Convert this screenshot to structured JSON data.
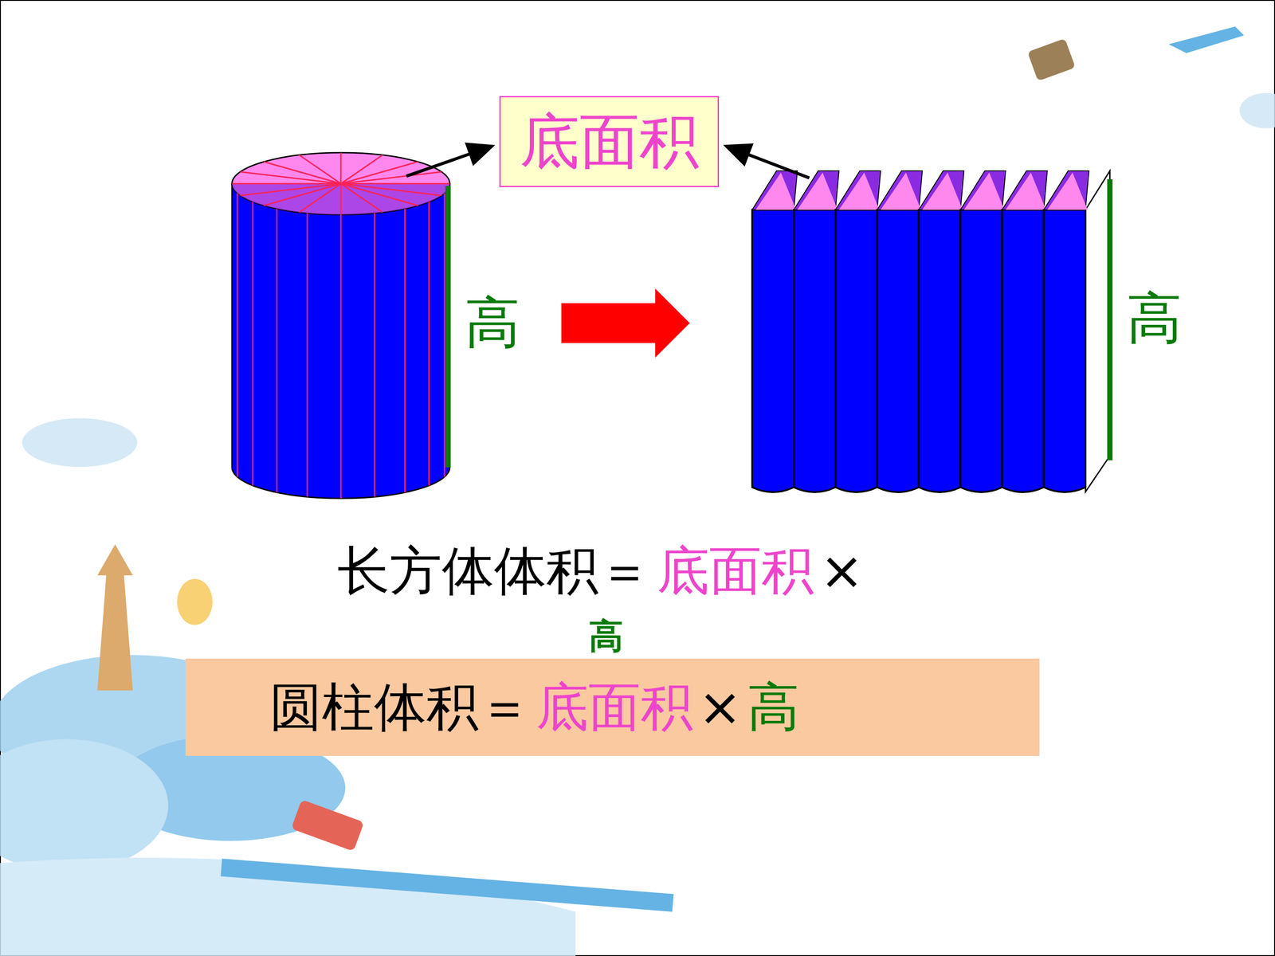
{
  "diagram": {
    "nodes": [
      {
        "text": [
          "底面积"
        ]
      },
      {
        "text": [
          "圆柱体积＝",
          "底面积",
          "×",
          "高"
        ]
      }
    ],
    "labels": [
      "高",
      "高",
      "长方体体积＝",
      "底面积",
      "×",
      "高"
    ]
  }
}
